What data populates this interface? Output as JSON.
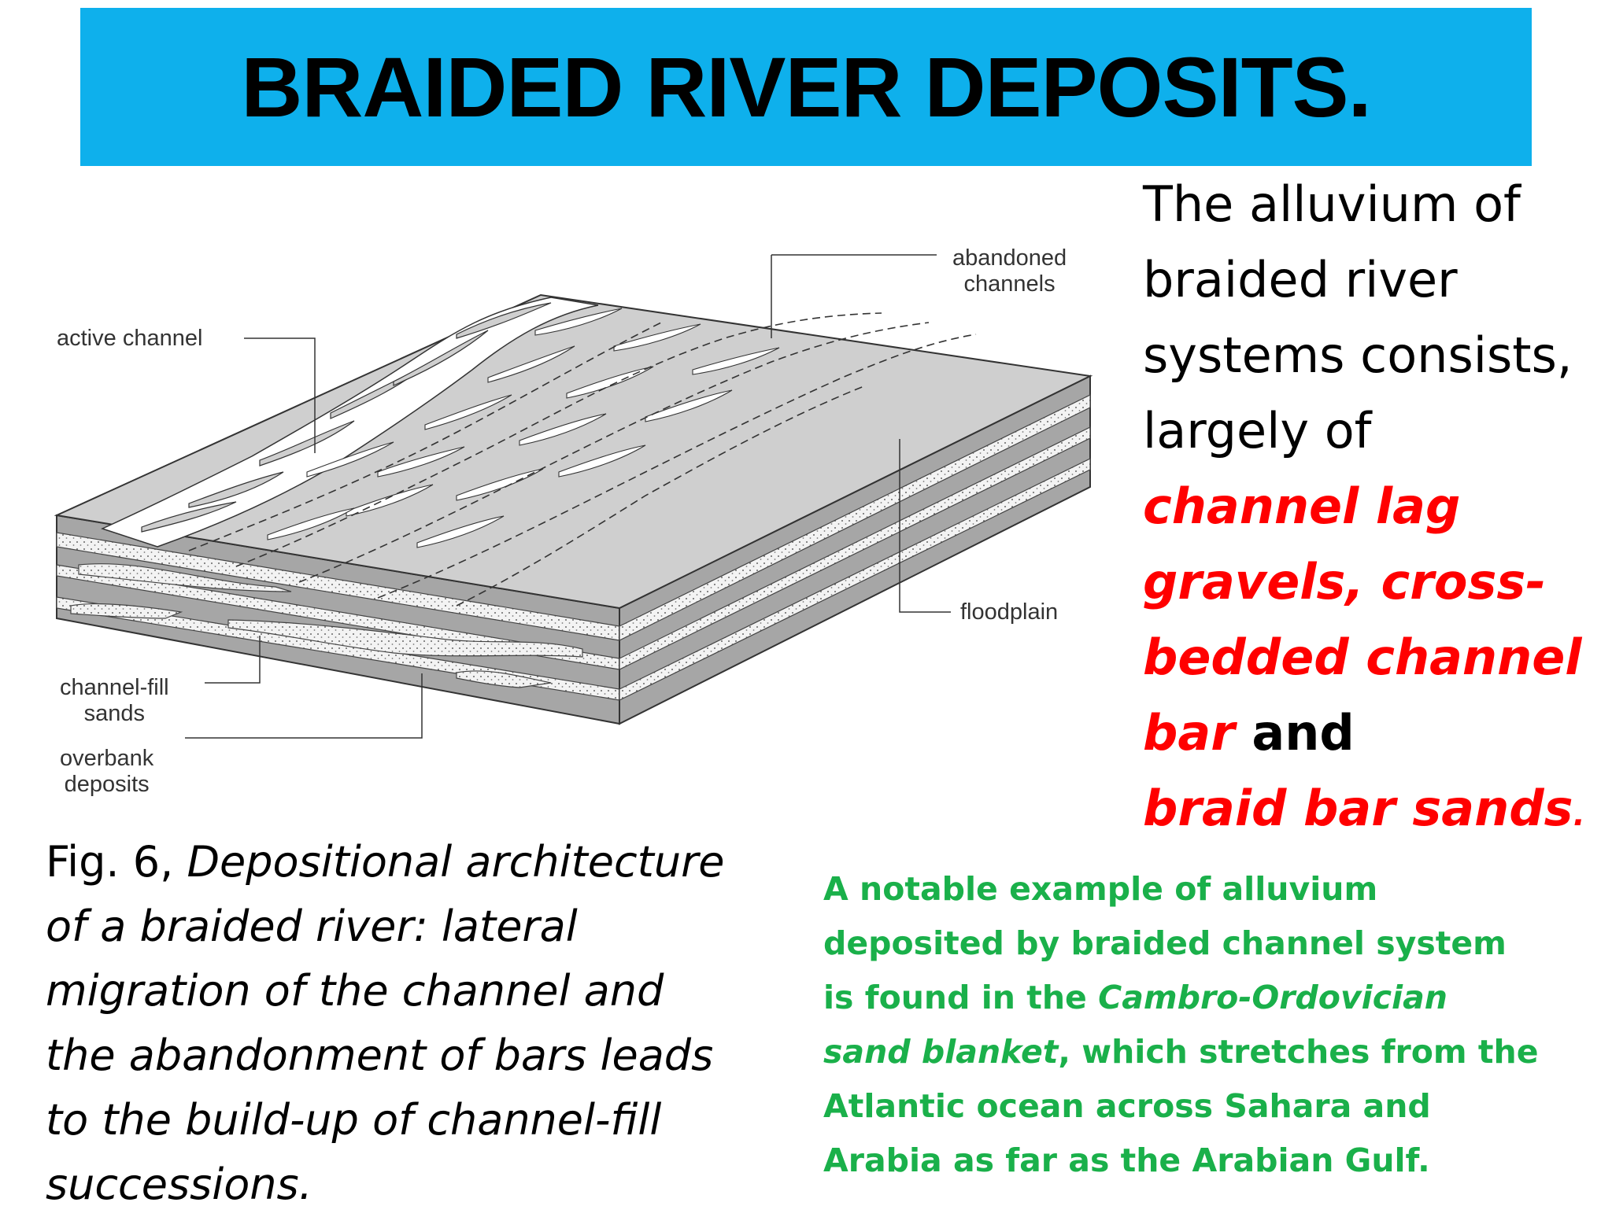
{
  "title": "BRAIDED RIVER DEPOSITS.",
  "diagram": {
    "labels": {
      "abandoned_channels_1": "abandoned",
      "abandoned_channels_2": "channels",
      "active_channel": "active channel",
      "floodplain": "floodplain",
      "channel_fill_1": "channel-fill",
      "channel_fill_2": "sands",
      "overbank_1": "overbank",
      "overbank_2": "deposits"
    }
  },
  "description": {
    "l1": "The alluvium of",
    "l2": "braided river",
    "l3": "systems consists,",
    "l4": "largely of",
    "r1": "channel lag",
    "r2": "gravels, cross-",
    "r3": "bedded channel",
    "r4": "bar",
    "and": " and",
    "r5": "braid bar sands",
    "period": "."
  },
  "caption": {
    "prefix": "Fig. 6, ",
    "l1": "Depositional architecture",
    "l2": "of a braided river: lateral",
    "l3": "migration of the channel and",
    "l4": "the abandonment of bars leads",
    "l5": "to the build-up of channel-fill",
    "l6": "successions."
  },
  "note": {
    "l1": "A notable example of alluvium",
    "l2": "deposited by braided channel system",
    "l3a": "is found in the ",
    "l3b": "Cambro-Ordovician",
    "l4a": "sand blanket",
    "l4b": ", which stretches from the",
    "l5": "Atlantic ocean across Sahara and",
    "l6": "Arabia as far as the Arabian Gulf."
  }
}
